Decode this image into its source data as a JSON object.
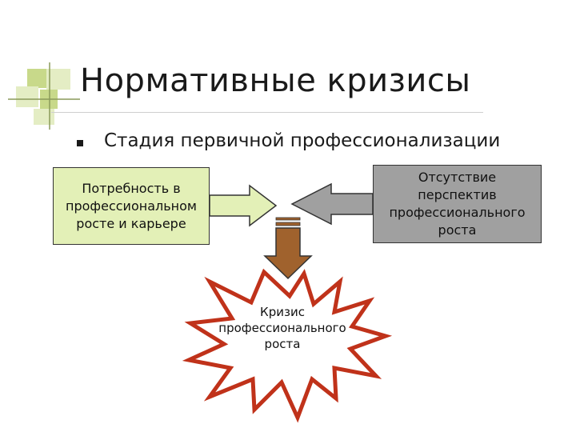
{
  "slide": {
    "title": "Нормативные кризисы",
    "bullet_text": "Стадия первичной профессионализации"
  },
  "diagram": {
    "left_box": {
      "lines": [
        "Потребность в",
        "профессиональном",
        "росте и карьере"
      ],
      "fill_color": "#e3f0b7"
    },
    "right_box": {
      "lines": [
        "Отсутствие",
        "перспектив",
        "профессионального",
        "роста"
      ],
      "fill_color": "#a0a0a0"
    },
    "result": {
      "lines": [
        "Кризис",
        "профессионального",
        "роста"
      ],
      "burst_outline_color": "#c0321a"
    },
    "down_arrow_color": "#a0622d",
    "left_arrow_color": "#e3f0b7",
    "right_arrow_color": "#a0a0a0"
  }
}
